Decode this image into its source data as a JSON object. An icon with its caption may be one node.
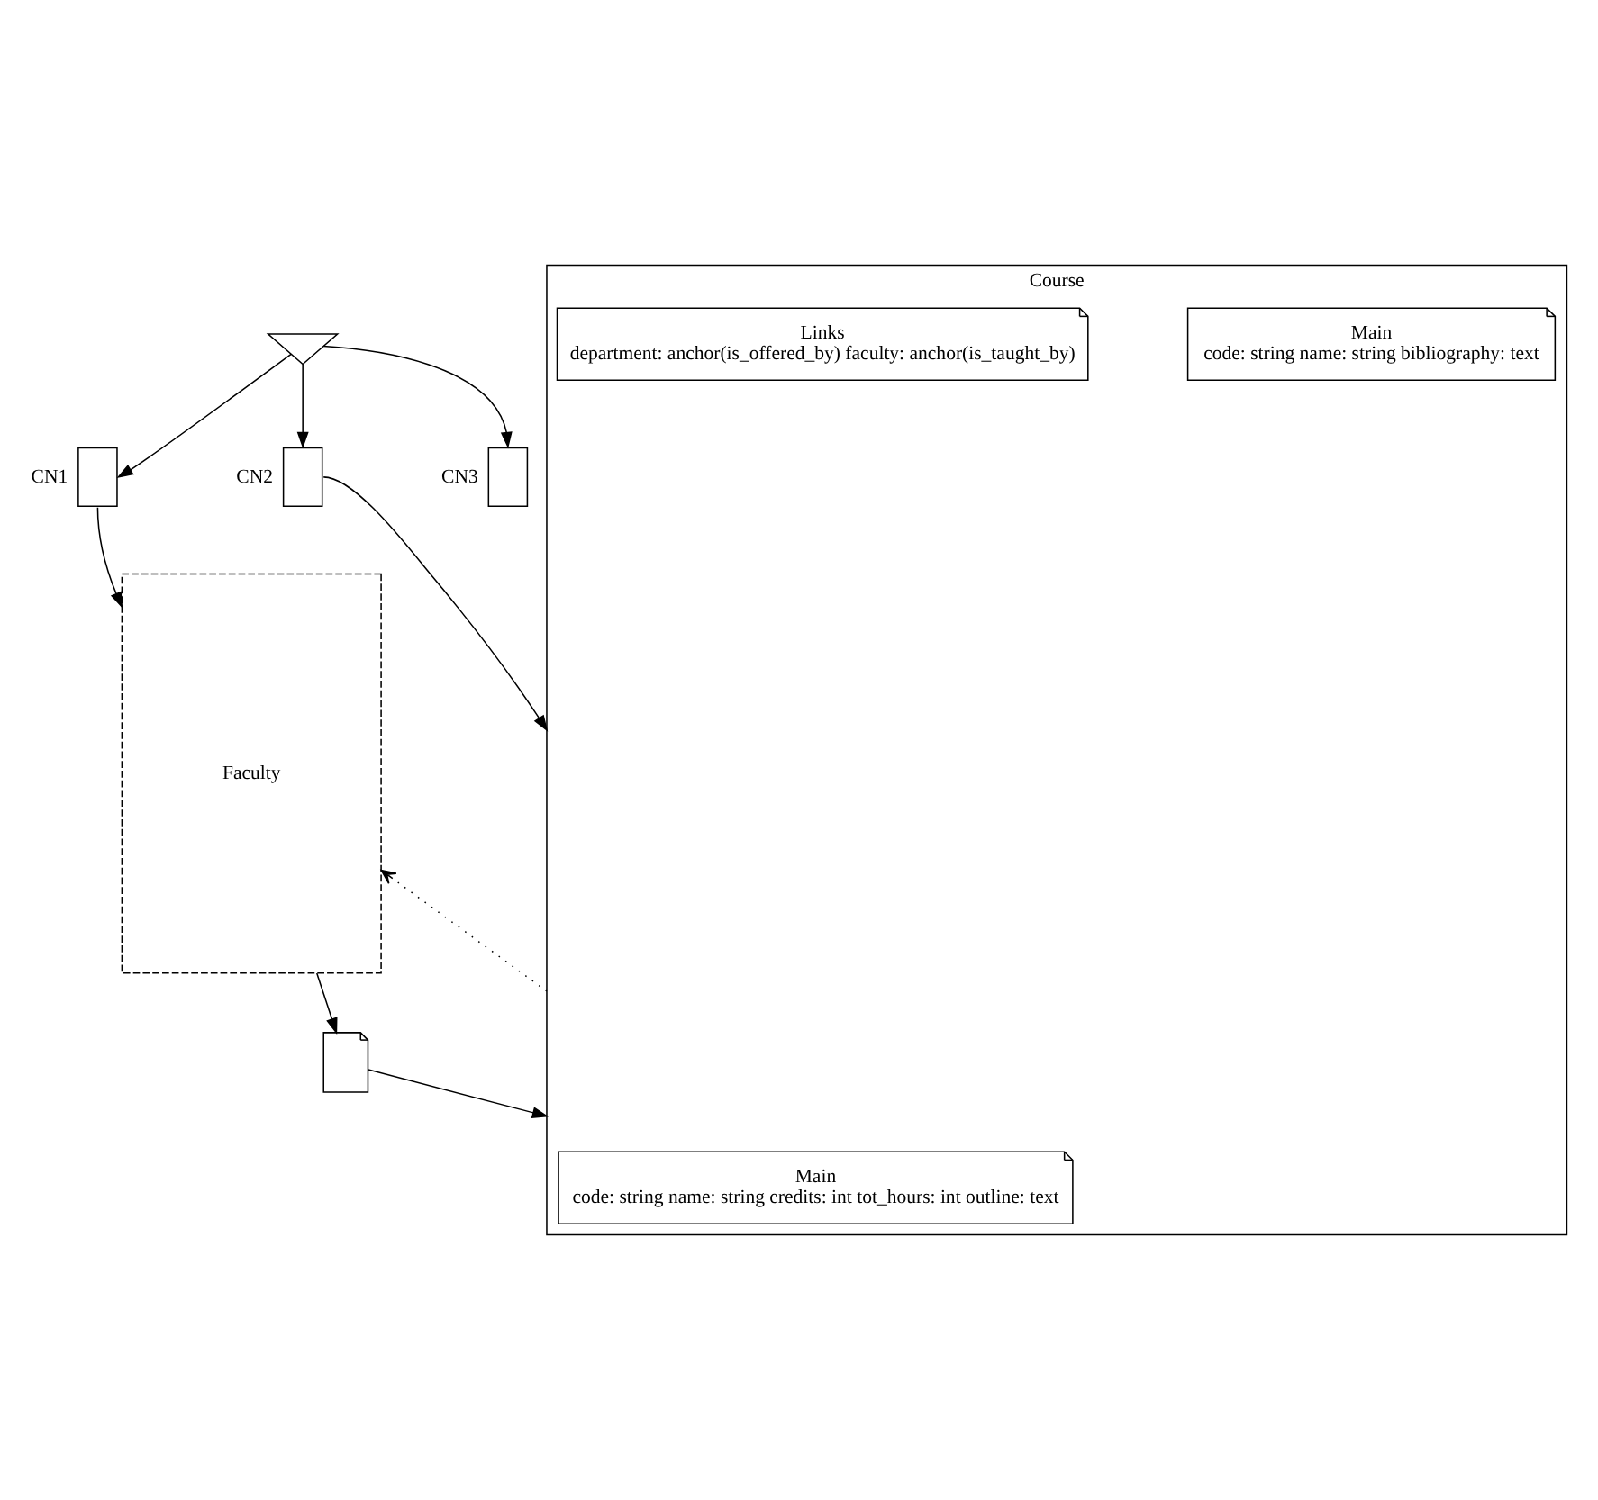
{
  "diagram": {
    "nodes": [
      {
        "text": [],
        "shape": "triangle"
      },
      {
        "text": [],
        "shape": "document",
        "beside": [
          "CN1"
        ]
      },
      {
        "text": [],
        "shape": "document",
        "beside": [
          "CN2"
        ]
      },
      {
        "text": [],
        "shape": "document",
        "beside": [
          "CN3"
        ]
      },
      {
        "text": [],
        "shape": "document"
      },
      {
        "text": [
          "Faculty"
        ]
      },
      {
        "text": [
          "Course"
        ]
      },
      {
        "text": [
          "Main",
          "code: string name: string credits: int tot_hours: int outline: text"
        ],
        "in": 6
      },
      {
        "text": [
          "Main",
          "code: string name: string bibliography: text"
        ],
        "in": 6
      },
      {
        "text": [
          "Links",
          "department: anchor(is_offered_by) faculty: anchor(is_taught_by)"
        ],
        "in": 6
      }
    ],
    "edges": [
      {
        "from": 0,
        "to": 1,
        "arrow": "to"
      },
      {
        "from": 0,
        "to": 2,
        "arrow": "to"
      },
      {
        "from": 0,
        "to": 3,
        "arrow": "to"
      },
      {
        "from": 1,
        "to": 5,
        "arrow": "to"
      },
      {
        "from": 2,
        "to": 6,
        "arrow": "to"
      },
      {
        "from": 5,
        "to": 4,
        "arrow": "to"
      },
      {
        "from": 4,
        "to": 6,
        "arrow": "to"
      },
      {
        "from": 6,
        "to": 5,
        "arrow": "to",
        "style": "dashed"
      }
    ]
  }
}
